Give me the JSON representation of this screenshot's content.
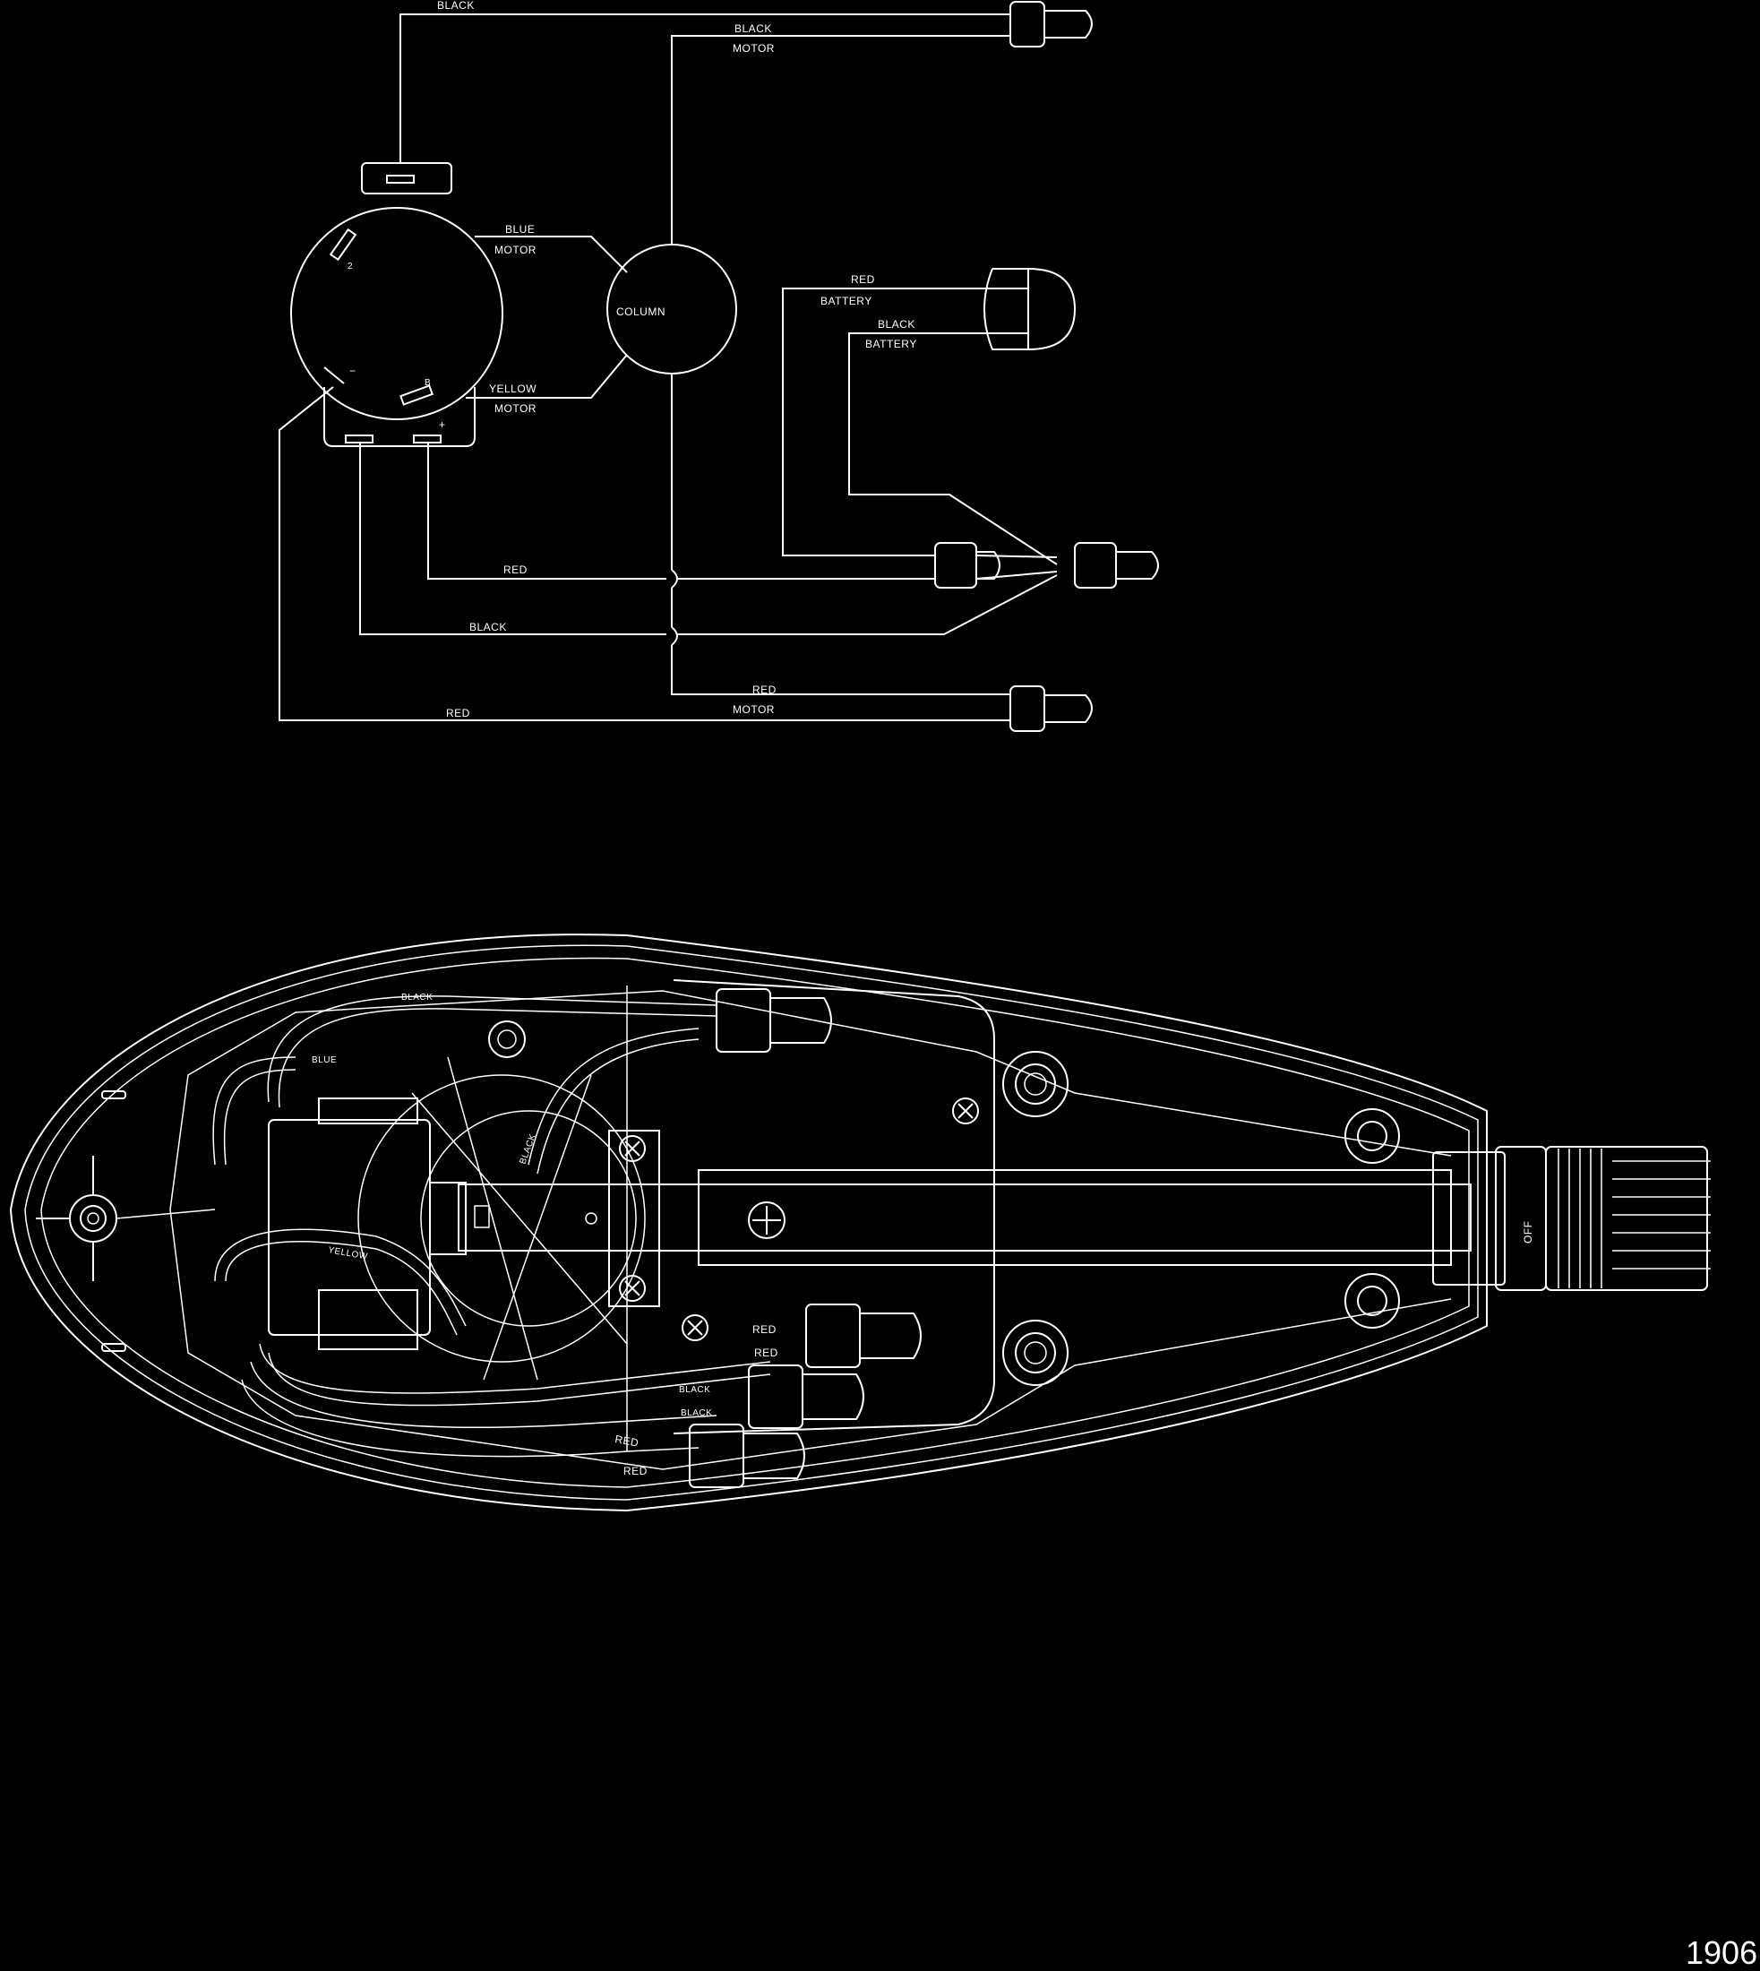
{
  "schematic": {
    "labels": {
      "black_top": "BLACK",
      "black_motor_1": "BLACK",
      "motor_1": "MOTOR",
      "blue": "BLUE",
      "motor_blue": "MOTOR",
      "column": "COLUMN",
      "yellow": "YELLOW",
      "motor_yellow": "MOTOR",
      "red_battery": "RED",
      "battery_1": "BATTERY",
      "black_battery": "BLACK",
      "battery_2": "BATTERY",
      "red_1": "RED",
      "black_mid": "BLACK",
      "red_motor": "RED",
      "motor_red": "MOTOR",
      "red_bottom": "RED",
      "switch_2": "2",
      "switch_minus": "−",
      "switch_plus": "+",
      "switch_b": "B"
    }
  },
  "assembly": {
    "labels": {
      "black_top": "BLACK",
      "blue": "BLUE",
      "yellow": "YELLOW",
      "black_diag": "BLACK",
      "red_1": "RED",
      "red_2": "RED",
      "black_1": "BLACK",
      "black_2": "BLACK",
      "red_3": "RED",
      "red_4": "RED",
      "off": "OFF"
    }
  },
  "figure_number": "1906"
}
